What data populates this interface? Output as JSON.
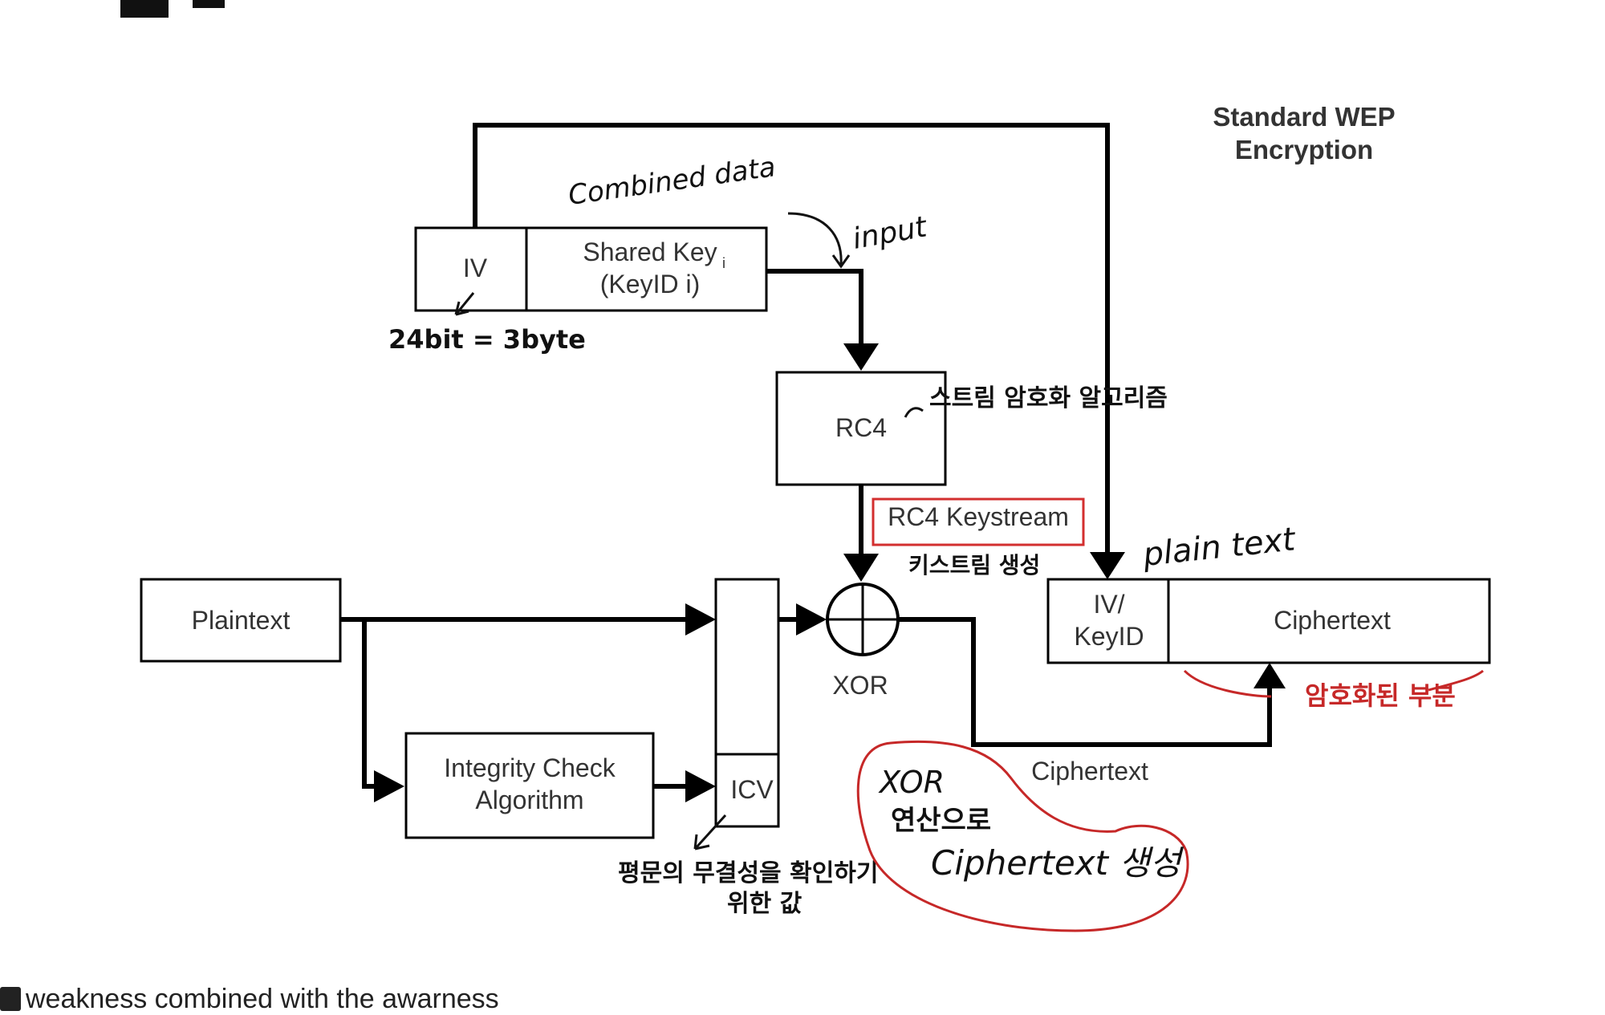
{
  "diagram": {
    "title_line1": "Standard WEP",
    "title_line2": "Encryption",
    "iv_label": "IV",
    "shared_key_label": "Shared Key",
    "shared_key_sub": "i",
    "keyid_label": "(KeyID i)",
    "rc4_label": "RC4",
    "rc4_keystream_label": "RC4 Keystream",
    "plaintext_label": "Plaintext",
    "integrity_line1": "Integrity Check",
    "integrity_line2": "Algorithm",
    "icv_label": "ICV",
    "xor_label": "XOR",
    "out_iv_line1": "IV/",
    "out_iv_line2": "KeyID",
    "out_ciphertext_label": "Ciphertext",
    "ciphertext_arrow_label": "Ciphertext"
  },
  "annotations": {
    "combined_data": "Combined data",
    "input": "input",
    "iv_size": "24bit = 3byte",
    "stream_cipher": "스트림 암호화 알고리즘",
    "keystream_gen": "키스트림 생성",
    "plain_text": "plain text",
    "encrypted_part": "암호화된 부분",
    "icv_note_line1": "평문의 무결성을 확인하기",
    "icv_note_line2": "위한 값",
    "xor_note_line1": "XOR",
    "xor_note_line2": "연산으로",
    "xor_note_line3": "Ciphertext 생성"
  },
  "footer": {
    "partial_text": "weakness combined with the awarness"
  },
  "colors": {
    "annotation_red": "#c62828",
    "line": "#000000"
  }
}
